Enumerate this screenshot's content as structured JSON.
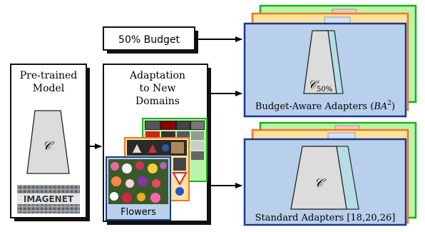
{
  "pretrained": {
    "title_line1": "Pre-trained",
    "title_line2": "Model",
    "network_symbol": "𝒞",
    "dataset_logo_text": "IMAGENET"
  },
  "budget": {
    "label": "50% Budget"
  },
  "adaptation": {
    "line1": "Adaptation",
    "line2": "to New",
    "line3": "Domains",
    "front_domain_label": "Flowers"
  },
  "budget_aware": {
    "symbol": "𝒞",
    "symbol_subscript": "50%",
    "caption_prefix": "Budget-Aware Adapters (",
    "caption_math": "BA",
    "caption_superscript": "2",
    "caption_suffix": ")"
  },
  "standard": {
    "symbol": "𝒞",
    "caption": "Standard Adapters [18,20,26]"
  },
  "colors": {
    "green_layer": "#22aa22",
    "green_fill": "#b8f5a8",
    "orange_layer": "#ee7722",
    "orange_fill": "#ffe2a0",
    "blue_border": "#1a3a8a",
    "blue_fill": "#b9d0ec",
    "teal_fill": "#b5dde6",
    "gray_fill": "#d8d8d8",
    "arrow": "#000000"
  },
  "icons": [
    "arrow-right-icon",
    "neural-network-trapezoid-icon",
    "imagenet-logo"
  ]
}
